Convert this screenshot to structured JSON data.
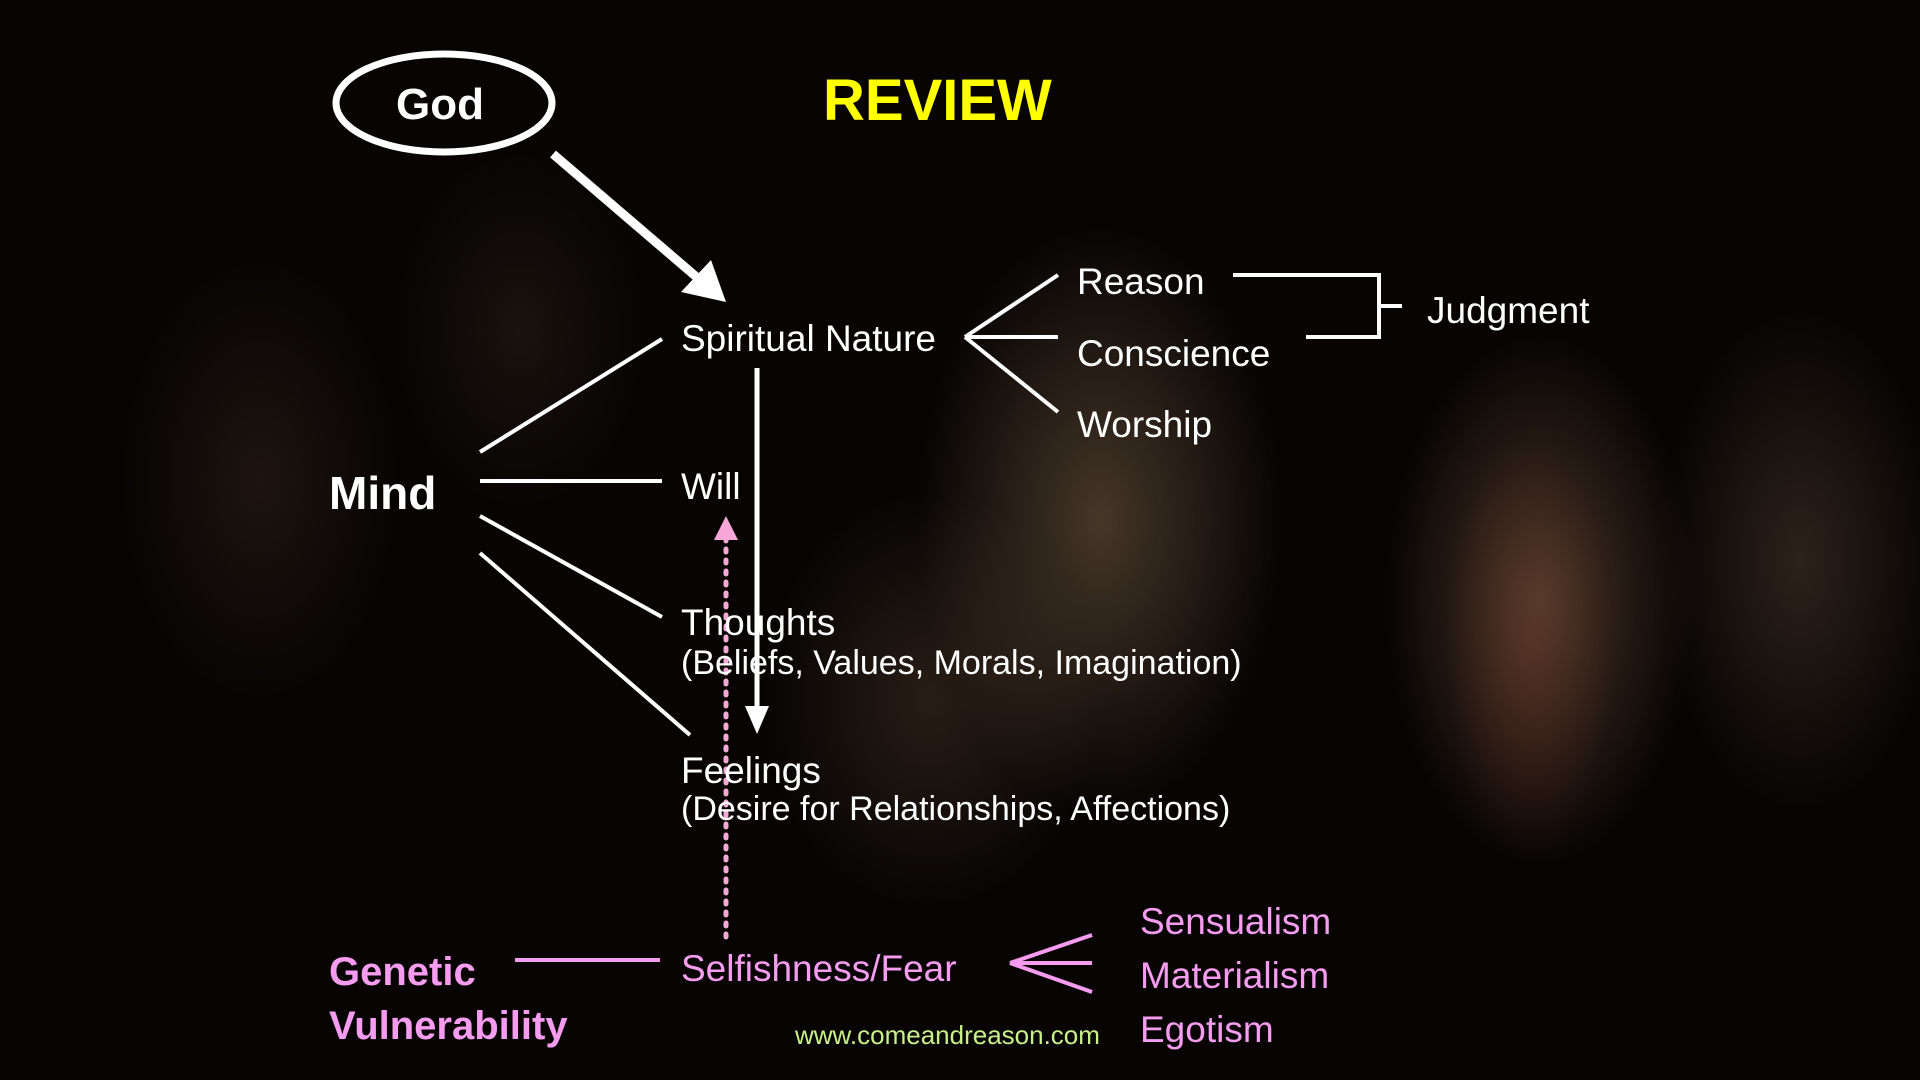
{
  "title": "REVIEW",
  "god": "God",
  "mind": "Mind",
  "branches": {
    "spiritual_nature": "Spiritual Nature",
    "will": "Will",
    "thoughts": "Thoughts",
    "thoughts_detail": "(Beliefs, Values, Morals, Imagination)",
    "feelings": "Feelings",
    "feelings_detail": "(Desire for Relationships, Affections)"
  },
  "spiritual_faculties": [
    "Reason",
    "Conscience",
    "Worship"
  ],
  "judgment": "Judgment",
  "genetic": {
    "line1": "Genetic",
    "line2": "Vulnerability",
    "selfishness": "Selfishness/Fear"
  },
  "influences": [
    "Sensualism",
    "Materialism",
    "Egotism"
  ],
  "website": "www.comeandreason.com",
  "colors": {
    "title": "#ffff00",
    "text": "#ffffff",
    "pink": "#f59cf0",
    "dotted": "#f7a8d9",
    "website": "#c8f08a"
  }
}
